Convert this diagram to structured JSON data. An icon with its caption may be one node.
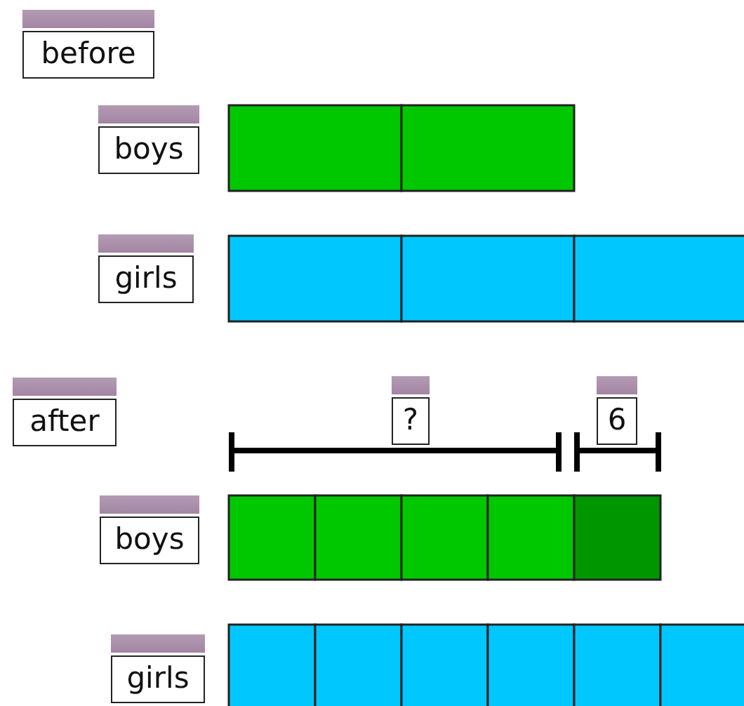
{
  "diagram": {
    "labels": [
      "before",
      "boys",
      "girls",
      "after",
      "?",
      "6",
      "boys",
      "girls"
    ]
  }
}
